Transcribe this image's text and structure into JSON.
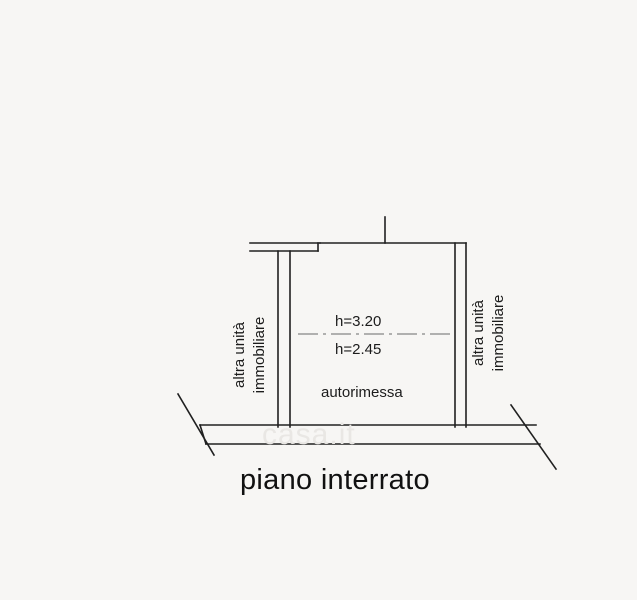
{
  "plan": {
    "left_unit": {
      "line1": "altra unità",
      "line2": "immobiliare"
    },
    "right_unit": {
      "line1": "altra unità",
      "line2": "immobiliare"
    },
    "room": {
      "height_top": "h=3.20",
      "height_bottom": "h=2.45",
      "name": "autorimessa"
    },
    "floor_label": "piano interrato",
    "watermark": "casa.it"
  },
  "colors": {
    "line": "#202020",
    "background": "#f7f6f4",
    "watermark": "#e9e7e4"
  }
}
